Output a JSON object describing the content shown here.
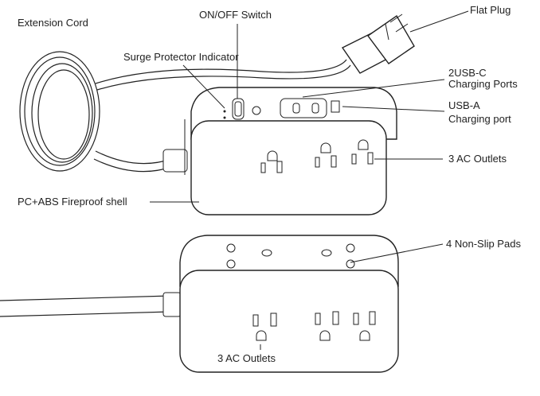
{
  "labels": {
    "extension_cord": "Extension Cord",
    "on_off_switch": "ON/OFF Switch",
    "flat_plug": "Flat Plug",
    "surge_indicator": "Surge Protector Indicator",
    "usb_c_line1": "2USB-C",
    "usb_c_line2": "Charging Ports",
    "usb_a_line1": "USB-A",
    "usb_a_line2": "Charging port",
    "ac_outlets_top": "3 AC Outlets",
    "shell": "PC+ABS Fireproof shell",
    "non_slip_pads": "4 Non-Slip Pads",
    "ac_outlets_bottom": "3 AC Outlets"
  }
}
